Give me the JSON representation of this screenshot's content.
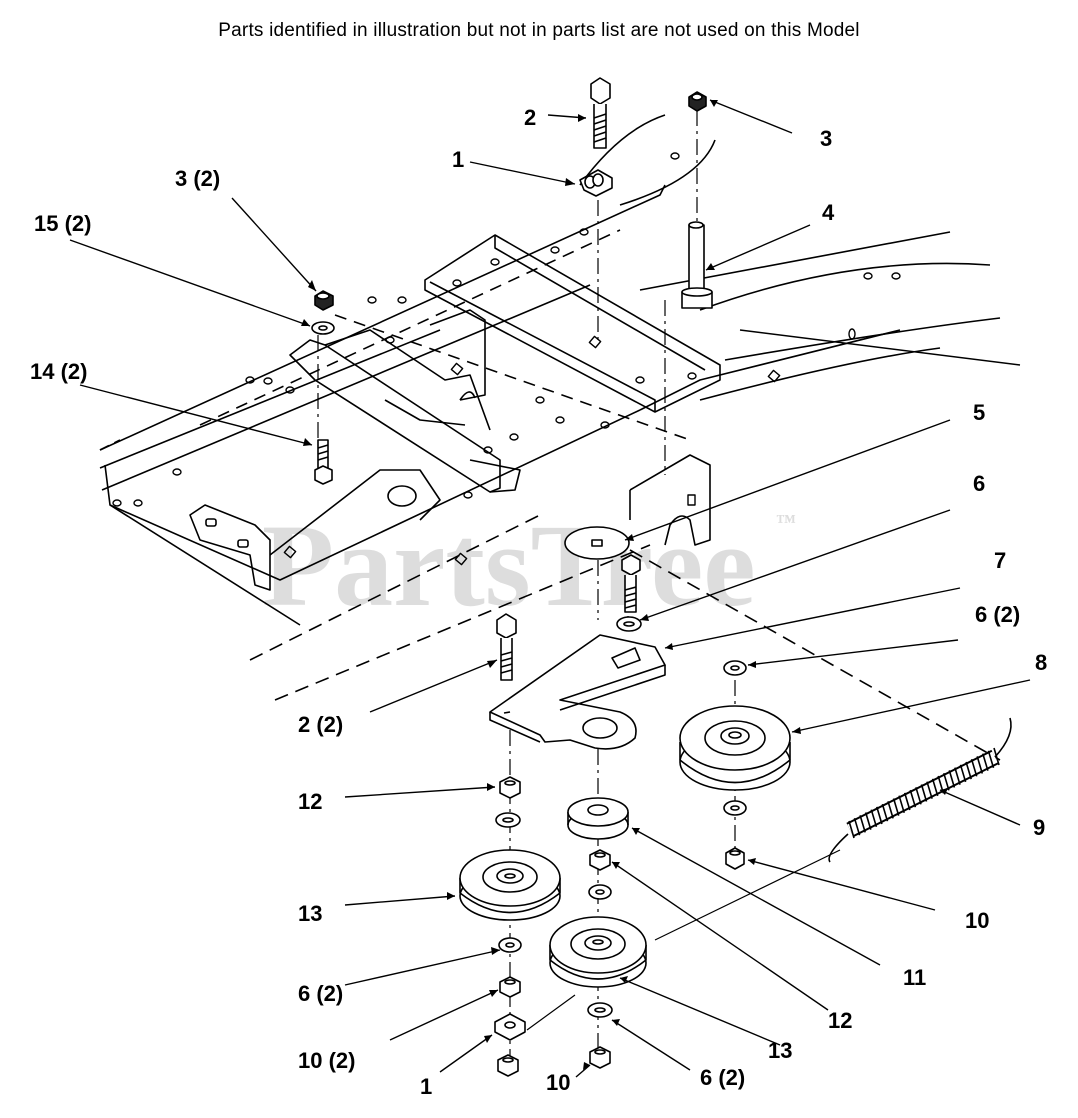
{
  "header_note": "Parts identified in illustration but not in parts list are not used on this Model",
  "watermark": {
    "text": "PartsTree",
    "trademark": "™"
  },
  "callouts": [
    {
      "id": "c-1-top",
      "text": "1"
    },
    {
      "id": "c-2-top",
      "text": "2"
    },
    {
      "id": "c-3-top",
      "text": "3"
    },
    {
      "id": "c-3-2",
      "text": "3 (2)"
    },
    {
      "id": "c-15-2",
      "text": "15 (2)"
    },
    {
      "id": "c-4",
      "text": "4"
    },
    {
      "id": "c-14-2",
      "text": "14 (2)"
    },
    {
      "id": "c-5",
      "text": "5"
    },
    {
      "id": "c-6-top",
      "text": "6"
    },
    {
      "id": "c-7",
      "text": "7"
    },
    {
      "id": "c-6-2-right",
      "text": "6 (2)"
    },
    {
      "id": "c-8",
      "text": "8"
    },
    {
      "id": "c-2-2",
      "text": "2 (2)"
    },
    {
      "id": "c-12-left",
      "text": "12"
    },
    {
      "id": "c-9",
      "text": "9"
    },
    {
      "id": "c-13-left",
      "text": "13"
    },
    {
      "id": "c-10-right",
      "text": "10"
    },
    {
      "id": "c-6-2-left",
      "text": "6 (2)"
    },
    {
      "id": "c-11",
      "text": "11"
    },
    {
      "id": "c-12-right",
      "text": "12"
    },
    {
      "id": "c-10-2",
      "text": "10 (2)"
    },
    {
      "id": "c-13-right",
      "text": "13"
    },
    {
      "id": "c-1-bottom",
      "text": "1"
    },
    {
      "id": "c-10-bottom",
      "text": "10"
    },
    {
      "id": "c-6-2-bottom",
      "text": "6 (2)"
    }
  ]
}
